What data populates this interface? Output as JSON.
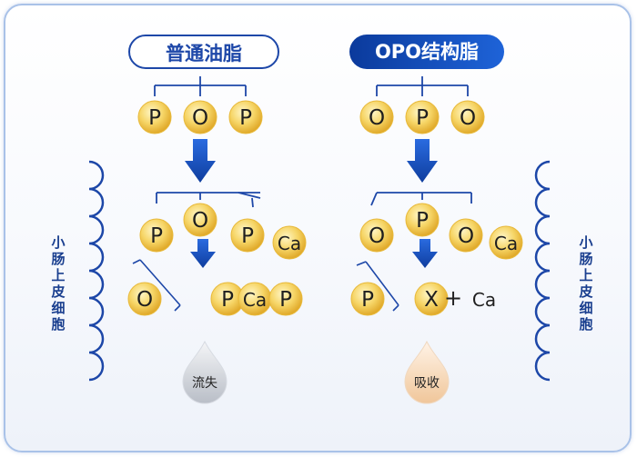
{
  "titles": {
    "left": "普通油脂",
    "right": "OPO结构脂"
  },
  "side_label": "小肠上皮细胞",
  "molecules": {
    "left_top": [
      "P",
      "O",
      "P"
    ],
    "left_mid": [
      "P",
      "O",
      "P",
      "Ca"
    ],
    "left_bottom": [
      "O",
      "P",
      "Ca",
      "P"
    ],
    "right_top": [
      "O",
      "P",
      "O"
    ],
    "right_mid": [
      "O",
      "P",
      "O",
      "Ca"
    ],
    "right_bottom": [
      "P",
      "X",
      "Ca"
    ]
  },
  "plus_sign": "+",
  "outcomes": {
    "left": "流失",
    "right": "吸收"
  },
  "colors": {
    "brand_blue": "#1d47a8",
    "arrow_blue": "#1c56c4",
    "molecule_gold": "#f2c94c",
    "drop_left": "#c8ccd3",
    "drop_right": "#f2cfa9"
  }
}
